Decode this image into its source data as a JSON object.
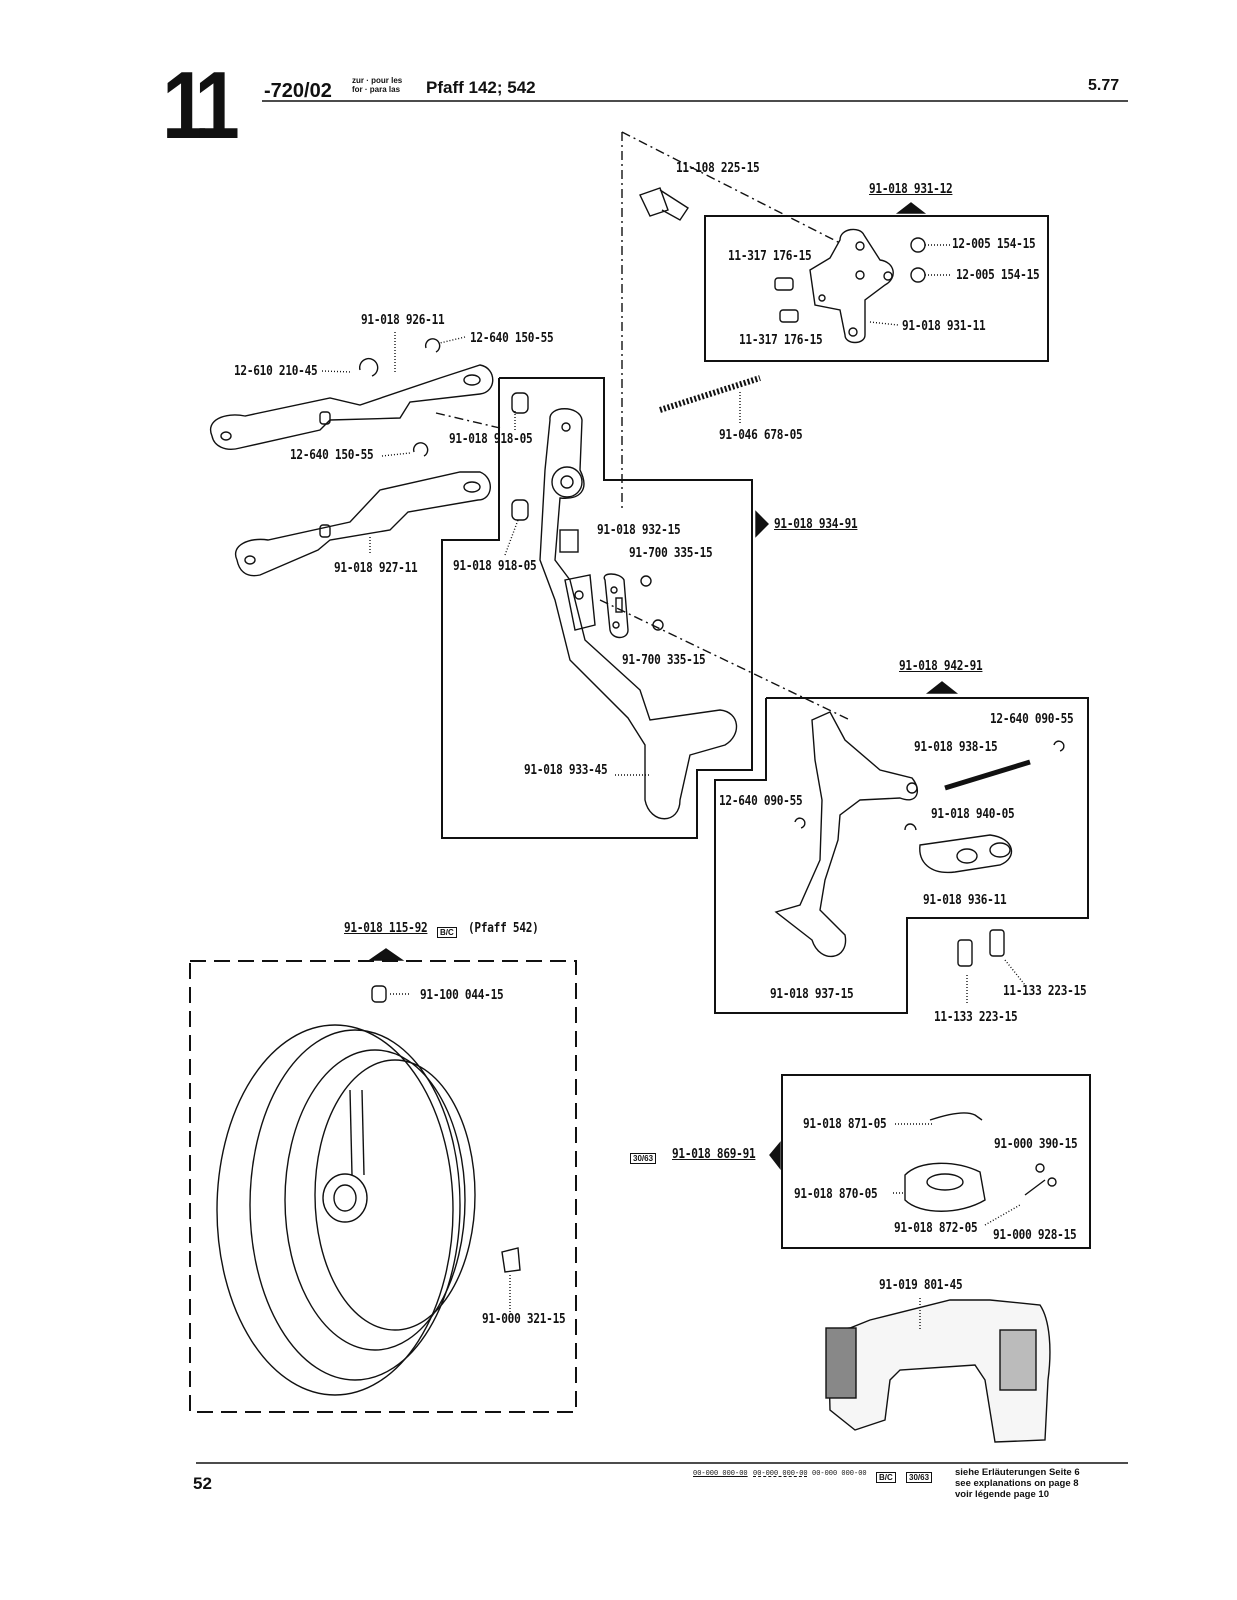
{
  "header": {
    "page_group": "11",
    "series_code": "-720/02",
    "prep_line1": "zur · pour les",
    "prep_line2": "for · para las",
    "model": "Pfaff 142; 542",
    "date": "5.77"
  },
  "parts": {
    "p11_108_225_15": "11-108 225-15",
    "p91_018_931_12": "91-018 931-12",
    "p11_317_176_15_a": "11-317 176-15",
    "p11_317_176_15_b": "11-317 176-15",
    "p12_005_154_15_a": "12-005 154-15",
    "p12_005_154_15_b": "12-005 154-15",
    "p91_018_931_11": "91-018 931-11",
    "p91_018_926_11": "91-018 926-11",
    "p12_640_150_55_a": "12-640 150-55",
    "p12_640_150_55_b": "12-640 150-55",
    "p12_610_210_45": "12-610 210-45",
    "p91_018_918_05_a": "91-018 918-05",
    "p91_018_918_05_b": "91-018 918-05",
    "p91_046_678_05": "91-046 678-05",
    "p91_018_927_11": "91-018 927-11",
    "p91_018_934_91": "91-018 934-91",
    "p91_018_932_15": "91-018 932-15",
    "p91_700_335_15_a": "91-700 335-15",
    "p91_700_335_15_b": "91-700 335-15",
    "p91_018_942_91": "91-018 942-91",
    "p12_640_090_55_a": "12-640 090-55",
    "p91_018_938_15": "91-018 938-15",
    "p91_018_933_45": "91-018 933-45",
    "p12_640_090_55_b": "12-640 090-55",
    "p91_018_940_05": "91-018 940-05",
    "p91_018_936_11": "91-018 936-11",
    "p91_018_115_92": "91-018 115-92",
    "pfaff_542_note": "(Pfaff 542)",
    "tag_bc": "B/C",
    "p91_100_044_15": "91-100 044-15",
    "p91_018_937_15": "91-018 937-15",
    "p11_133_223_15_a": "11-133 223-15",
    "p11_133_223_15_b": "11-133 223-15",
    "p91_000_321_15": "91-000 321-15",
    "p91_018_871_05": "91-018 871-05",
    "p91_000_390_15": "91-000 390-15",
    "tag_3063": "30/63",
    "p91_018_869_91": "91-018 869-91",
    "p91_018_870_05": "91-018 870-05",
    "p91_018_872_05": "91-018 872-05",
    "p91_000_928_15": "91-000 928-15",
    "p91_019_801_45": "91-019 801-45"
  },
  "footer": {
    "page_number": "52",
    "legend_codes": [
      "00-000 000-00",
      "00-000 000-00",
      "00-000 000-00"
    ],
    "legend_tag_bc": "B/C",
    "legend_tag_3063": "30/63",
    "note_de": "siehe Erläuterungen Seite 6",
    "note_en": "see explanations on page 8",
    "note_fr": "voir légende page 10"
  }
}
